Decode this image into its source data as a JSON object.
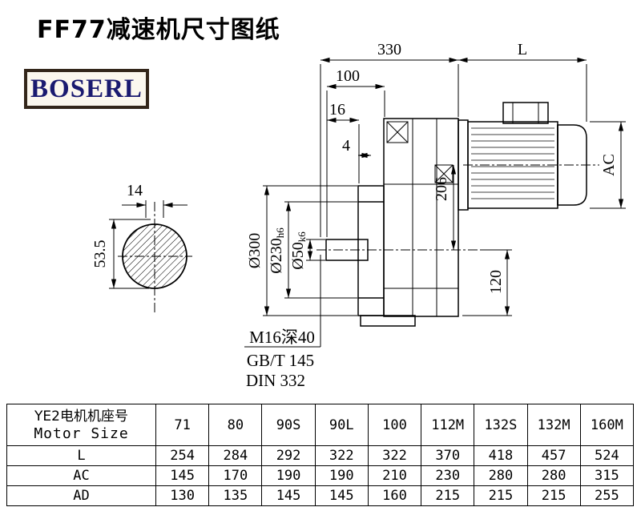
{
  "page": {
    "title": "FF77减速机尺寸图纸",
    "logo": "BOSERL"
  },
  "shaft_section": {
    "dim_width": "14",
    "dim_height": "53.5"
  },
  "drawing": {
    "dim_330": "330",
    "dim_L": "L",
    "dim_100": "100",
    "dim_16": "16",
    "dim_4": "4",
    "dia_300": "Ø300",
    "dia_230_main": "Ø230",
    "dia_230_tol": "h6",
    "dia_50_main": "Ø50",
    "dia_50_tol": "k6",
    "dim_206": "206",
    "dim_AC": "AC",
    "dim_120": "120",
    "note_1": "M16深40",
    "note_2": "GB/T 145",
    "note_3": "DIN 332"
  },
  "table": {
    "header_cn": "YE2电机机座号",
    "header_en": "Motor Size",
    "sizes": [
      "71",
      "80",
      "90S",
      "90L",
      "100",
      "112M",
      "132S",
      "132M",
      "160M"
    ],
    "rows": [
      {
        "label": "L",
        "values": [
          "254",
          "284",
          "292",
          "322",
          "322",
          "370",
          "418",
          "457",
          "524"
        ]
      },
      {
        "label": "AC",
        "values": [
          "145",
          "170",
          "190",
          "190",
          "210",
          "230",
          "280",
          "280",
          "315"
        ]
      },
      {
        "label": "AD",
        "values": [
          "130",
          "135",
          "145",
          "145",
          "160",
          "215",
          "215",
          "215",
          "255"
        ]
      }
    ]
  }
}
